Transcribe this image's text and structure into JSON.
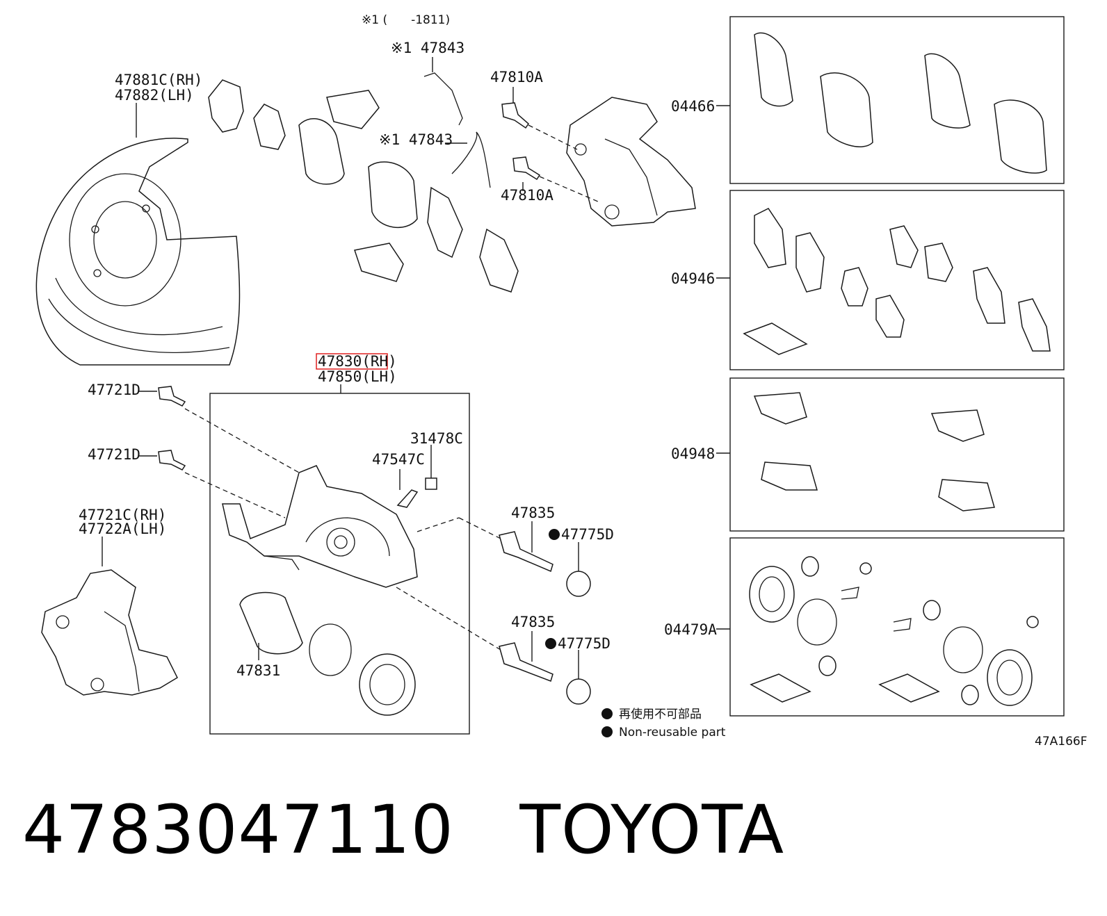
{
  "diagram": {
    "code": "47A166F",
    "note_top": "※1 (　　-1811)",
    "labels": {
      "p47843_a": "※1 47843",
      "p47843_b": "※1 47843",
      "p47810a_a": "47810A",
      "p47810a_b": "47810A",
      "p47881c": "47881C(RH)",
      "p47882": "47882(LH)",
      "p47830": "47830(RH)",
      "p47850": "47850(LH)",
      "p47721d_a": "47721D",
      "p47721d_b": "47721D",
      "p31478c": "31478C",
      "p47547c": "47547C",
      "p47721c": "47721C(RH)",
      "p47722a": "47722A(LH)",
      "p47835_a": "47835",
      "p47835_b": "47835",
      "p47775d_a": "47775D",
      "p47775d_b": "47775D",
      "p47831": "47831",
      "kit04466": "04466",
      "kit04946": "04946",
      "kit04948": "04948",
      "kit04479a": "04479A"
    },
    "legend": {
      "jp": "再使用不可部品",
      "en": "Non-reusable part"
    },
    "highlight_color": "#e02020"
  },
  "caption": {
    "part_number": "4783047110",
    "brand": "TOYOTA"
  }
}
